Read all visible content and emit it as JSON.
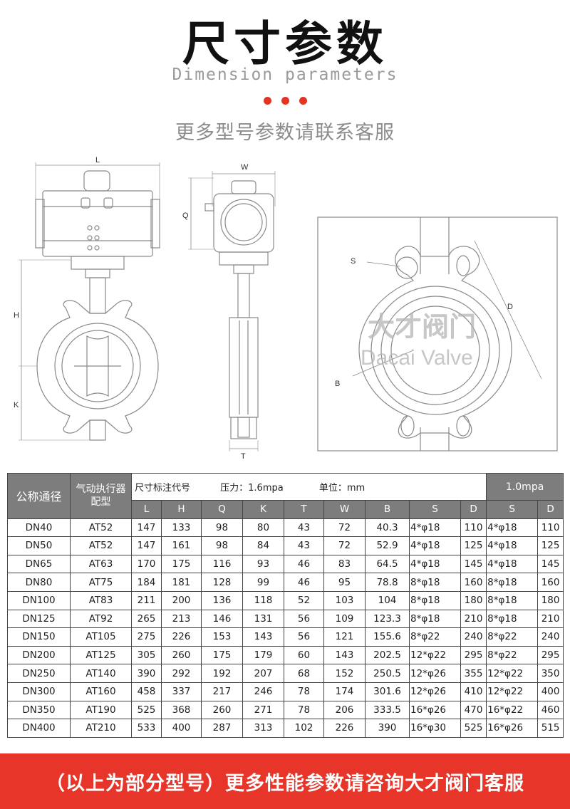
{
  "header": {
    "title": "尺寸参数",
    "subtitle_en": "Dimension parameters",
    "subtitle_cn": "更多型号参数请联系客服",
    "dot_color": "#e53323"
  },
  "drawing": {
    "dim_labels": {
      "L": "L",
      "H": "H",
      "K": "K",
      "W": "W",
      "Q": "Q",
      "T": "T",
      "S": "S",
      "D": "D",
      "B": "B"
    },
    "watermark_cn": "大才阀门",
    "watermark_en": "Dacai Valve",
    "line_color": "#8a8a8a"
  },
  "table": {
    "col_nominal": "公称通径",
    "col_actuator": "气动执行器配型",
    "cond_code": "尺寸标注代号",
    "cond_pressure": "压力：1.6mpa",
    "cond_unit": "单位：mm",
    "cond_pressure2": "1.0mpa",
    "sub_headers": [
      "L",
      "H",
      "Q",
      "K",
      "T",
      "W",
      "B",
      "S",
      "D",
      "S",
      "D"
    ],
    "header_bg": "#7d7d7d",
    "rows": [
      [
        "DN40",
        "AT52",
        "147",
        "133",
        "98",
        "80",
        "43",
        "72",
        "40.3",
        "4*φ18",
        "110",
        "4*φ18",
        "110"
      ],
      [
        "DN50",
        "AT52",
        "147",
        "161",
        "98",
        "84",
        "43",
        "72",
        "52.9",
        "4*φ18",
        "125",
        "4*φ18",
        "125"
      ],
      [
        "DN65",
        "AT63",
        "170",
        "175",
        "116",
        "93",
        "46",
        "83",
        "64.5",
        "4*φ18",
        "145",
        "4*φ18",
        "145"
      ],
      [
        "DN80",
        "AT75",
        "184",
        "181",
        "128",
        "99",
        "46",
        "95",
        "78.8",
        "8*φ18",
        "160",
        "8*φ18",
        "160"
      ],
      [
        "DN100",
        "AT83",
        "211",
        "200",
        "136",
        "118",
        "52",
        "103",
        "104",
        "8*φ18",
        "180",
        "8*φ18",
        "180"
      ],
      [
        "DN125",
        "AT92",
        "265",
        "213",
        "146",
        "131",
        "56",
        "109",
        "123.3",
        "8*φ18",
        "210",
        "8*φ18",
        "210"
      ],
      [
        "DN150",
        "AT105",
        "275",
        "226",
        "153",
        "143",
        "56",
        "121",
        "155.6",
        "8*φ22",
        "240",
        "8*φ22",
        "240"
      ],
      [
        "DN200",
        "AT125",
        "305",
        "260",
        "175",
        "179",
        "60",
        "143",
        "202.5",
        "12*φ22",
        "295",
        "8*φ22",
        "295"
      ],
      [
        "DN250",
        "AT140",
        "390",
        "292",
        "192",
        "207",
        "68",
        "152",
        "250.5",
        "12*φ26",
        "355",
        "12*φ22",
        "350"
      ],
      [
        "DN300",
        "AT160",
        "458",
        "337",
        "217",
        "246",
        "78",
        "174",
        "301.6",
        "12*φ26",
        "410",
        "12*φ22",
        "400"
      ],
      [
        "DN350",
        "AT190",
        "525",
        "368",
        "260",
        "271",
        "78",
        "206",
        "333.5",
        "16*φ26",
        "470",
        "16*φ22",
        "460"
      ],
      [
        "DN400",
        "AT210",
        "533",
        "400",
        "287",
        "313",
        "102",
        "226",
        "390",
        "16*φ30",
        "525",
        "16*φ26",
        "515"
      ]
    ]
  },
  "footer": {
    "text": "（以上为部分型号）更多性能参数请咨询大才阀门客服",
    "bg_color": "#e8352a"
  }
}
